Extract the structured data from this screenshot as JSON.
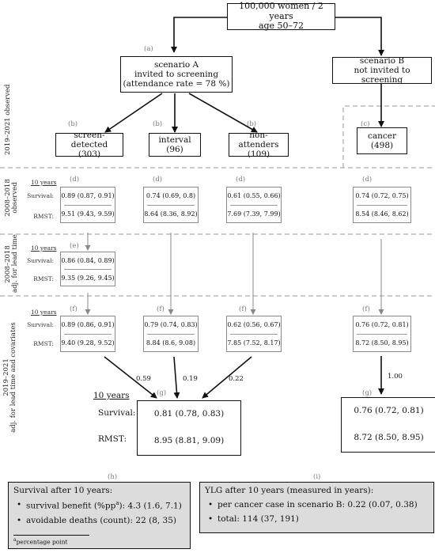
{
  "top": {
    "line1": "100,000 women / 2 years",
    "line2": "age 50–72"
  },
  "scenario_a": {
    "label": "(a)",
    "line1": "scenario A",
    "line2": "invited to screening",
    "line3": "(attendance rate = 78 %)"
  },
  "scenario_b": {
    "line1": "scenario B",
    "line2": "not invited to screening"
  },
  "sections": {
    "s1": "2019–2021 observed",
    "s2a": "2008–2018",
    "s2b": "observed",
    "s3a": "2008–2018",
    "s3b": "adj. for lead time",
    "s4a": "2019–2021",
    "s4b": "adj. for lead time and covariates"
  },
  "groups": {
    "b1": {
      "tag": "(b)",
      "name": "screen-detected",
      "n": "(303)"
    },
    "b2": {
      "tag": "(b)",
      "name": "interval",
      "n": "(96)"
    },
    "b3": {
      "tag": "(b)",
      "name": "non-attenders",
      "n": "(109)"
    },
    "c": {
      "tag": "(c)",
      "name": "cancer",
      "n": "(498)"
    }
  },
  "labels": {
    "ten_years": "10 years",
    "survival": "Survival:",
    "rmst": "RMST:",
    "survival_big": "Survival:",
    "rmst_big": "RMST:"
  },
  "d": {
    "tag": "(d)",
    "sd": {
      "surv": "0.89 (0.87, 0.91)",
      "rmst": "9.51 (9.43, 9.59)"
    },
    "iv": {
      "surv": "0.74 (0.69, 0.8)",
      "rmst": "8.64 (8.36, 8.92)"
    },
    "na": {
      "surv": "0.61 (0.55, 0.66)",
      "rmst": "7.69 (7.39, 7.99)"
    },
    "ca": {
      "surv": "0.74 (0.72, 0.75)",
      "rmst": "8.54 (8.46, 8.62)"
    }
  },
  "e": {
    "tag": "(e)",
    "surv": "0.86 (0.84, 0.89)",
    "rmst": "9.35 (9.26, 9.45)"
  },
  "f": {
    "tag": "(f)",
    "sd": {
      "surv": "0.89 (0.86, 0.91)",
      "rmst": "9.40 (9.28, 9.52)"
    },
    "iv": {
      "surv": "0.79 (0.74, 0.83)",
      "rmst": "8.84 (8.6, 9.08)"
    },
    "na": {
      "surv": "0.62 (0.56, 0.67)",
      "rmst": "7.85 (7.52, 8.17)"
    },
    "ca": {
      "surv": "0.76 (0.72, 0.81)",
      "rmst": "8.72 (8.50, 8.95)"
    }
  },
  "weights": {
    "w1": "0.59",
    "w2": "0.19",
    "w3": "0.22",
    "w4": "1.00"
  },
  "g": {
    "tag": "(g)",
    "a": {
      "surv": "0.81 (0.78, 0.83)",
      "rmst": "8.95 (8.81, 9.09)"
    },
    "b": {
      "surv": "0.76 (0.72, 0.81)",
      "rmst": "8.72 (8.50, 8.95)"
    }
  },
  "h": {
    "tag": "(h)",
    "title": "Survival after 10 years:",
    "item1": "survival benefit (%pp",
    "item1_sup": "a",
    "item1_rest": "): 4.3 (1.6, 7.1)",
    "item2": "avoidable deaths (count): 22 (8, 35)",
    "fn_sup": "a",
    "footnote": "percentage point"
  },
  "i": {
    "tag": "(i)",
    "title": "YLG after 10 years (measured in years):",
    "item1": "per cancer case in scenario B: 0.22 (0.07, 0.38)",
    "item2": "total: 114 (37, 191)"
  }
}
